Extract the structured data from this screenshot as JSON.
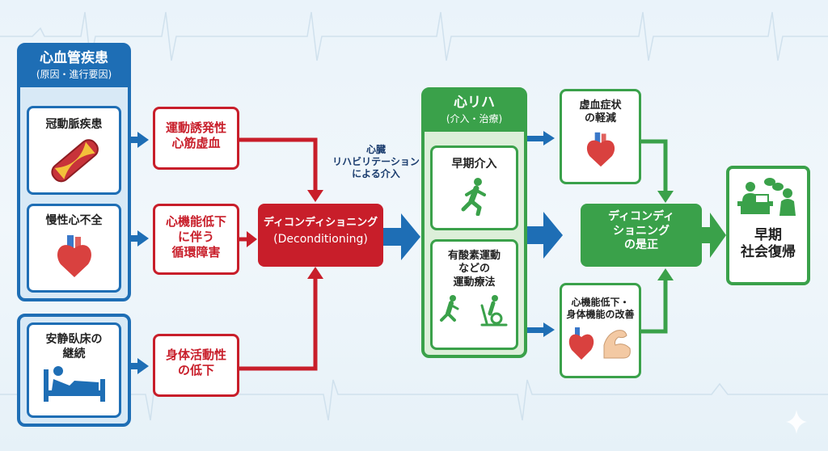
{
  "colors": {
    "blue": "#1e6eb5",
    "red": "#c81e2a",
    "green": "#3aa14a"
  },
  "causes": {
    "title": "心血管疾患",
    "subtitle": "(原因・進行要因)",
    "items": [
      {
        "label": "冠動脈疾患",
        "icon": "artery-plaque-icon"
      },
      {
        "label": "慢性心不全",
        "icon": "heart-icon"
      }
    ]
  },
  "bedrest": {
    "line1": "安静臥床の",
    "line2": "継続",
    "icon": "bed-patient-icon"
  },
  "effects": [
    {
      "line1": "運動誘発性",
      "line2": "心筋虚血"
    },
    {
      "line1": "心機能低下",
      "line2": "に伴う",
      "line3": "循環障害"
    },
    {
      "line1": "身体活動性",
      "line2": "の低下"
    }
  ],
  "deconditioning": {
    "line1": "ディコンディショニング",
    "line2": "(Deconditioning)"
  },
  "intervention_note": {
    "line1": "心臓",
    "line2": "リハビリテーション",
    "line3": "による介入"
  },
  "rehab": {
    "title": "心リハ",
    "subtitle": "(介入・治療)",
    "items": [
      {
        "label": "早期介入",
        "icon": "running-person-icon"
      },
      {
        "line1": "有酸素運動",
        "line2": "などの",
        "line3": "運動療法",
        "icon": "exercise-bike-icon"
      }
    ]
  },
  "outcomes": [
    {
      "line1": "虚血症状",
      "line2": "の軽減",
      "icon": "heart-icon"
    },
    {
      "line1": "心機能低下・",
      "line2": "身体機能の改善",
      "icon": "heart-muscle-icon"
    }
  ],
  "correction": {
    "line1": "ディコンディ",
    "line2": "ショニング",
    "line3": "の是正"
  },
  "goal": {
    "line1": "早期",
    "line2": "社会復帰",
    "icon": "office-meeting-icon"
  }
}
